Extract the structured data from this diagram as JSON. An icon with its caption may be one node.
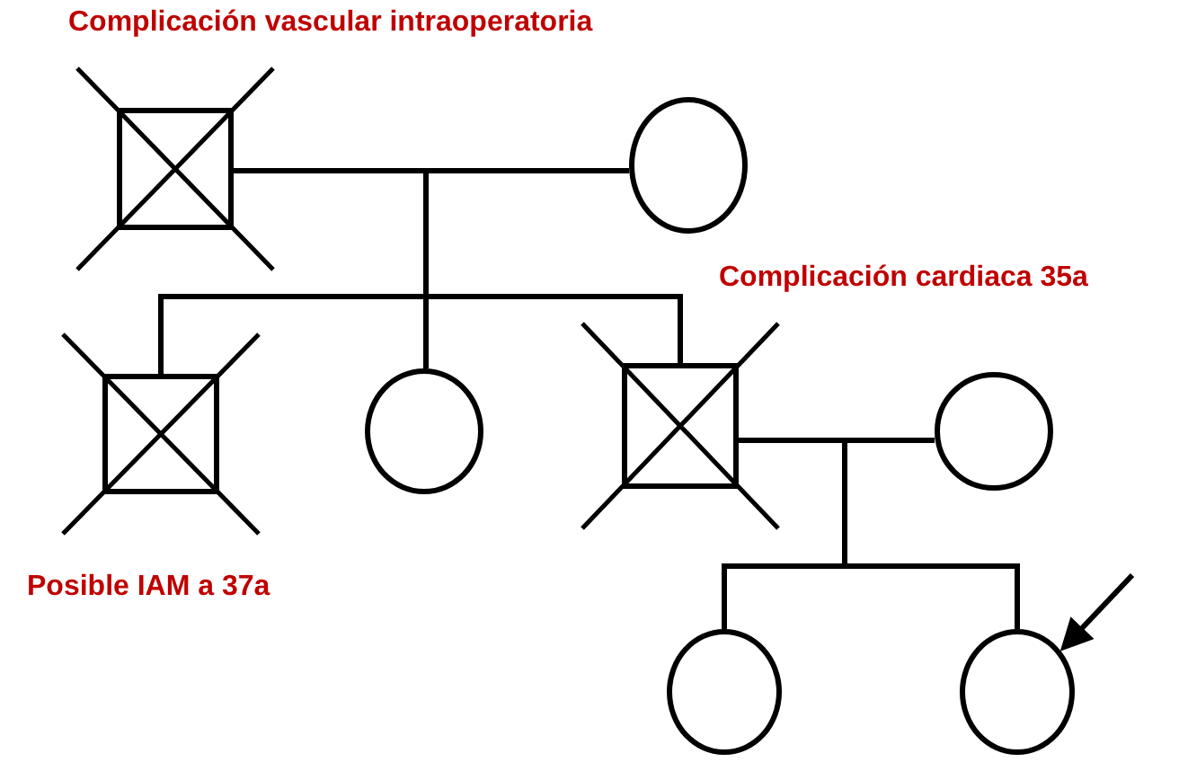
{
  "diagram": {
    "nodes": [
      {
        "text": [],
        "shape": "box",
        "beside": [
          "Complicación vascular intraoperatoria"
        ]
      },
      {
        "text": [],
        "shape": "circle"
      },
      {
        "text": [],
        "shape": "box",
        "beside": [
          "Posible IAM a 37a"
        ]
      },
      {
        "text": [],
        "shape": "circle"
      },
      {
        "text": [],
        "shape": "box"
      },
      {
        "text": [],
        "shape": "circle"
      },
      {
        "text": [],
        "shape": "circle"
      },
      {
        "text": [],
        "shape": "circle"
      }
    ],
    "edges": [
      {
        "from": 0,
        "to": 1,
        "arrow": "none"
      },
      {
        "from": 0,
        "to": 2,
        "arrow": "none"
      },
      {
        "from": 0,
        "to": 3,
        "arrow": "none"
      },
      {
        "from": 0,
        "to": 4,
        "arrow": "none"
      },
      {
        "from": 4,
        "to": 5,
        "arrow": "none"
      },
      {
        "from": 4,
        "to": 6,
        "arrow": "none"
      },
      {
        "from": 4,
        "to": 7,
        "arrow": "none"
      },
      {
        "from": null,
        "to": 7,
        "arrow": "to"
      }
    ],
    "labels": [
      "Complicación cardiaca 35a"
    ]
  }
}
